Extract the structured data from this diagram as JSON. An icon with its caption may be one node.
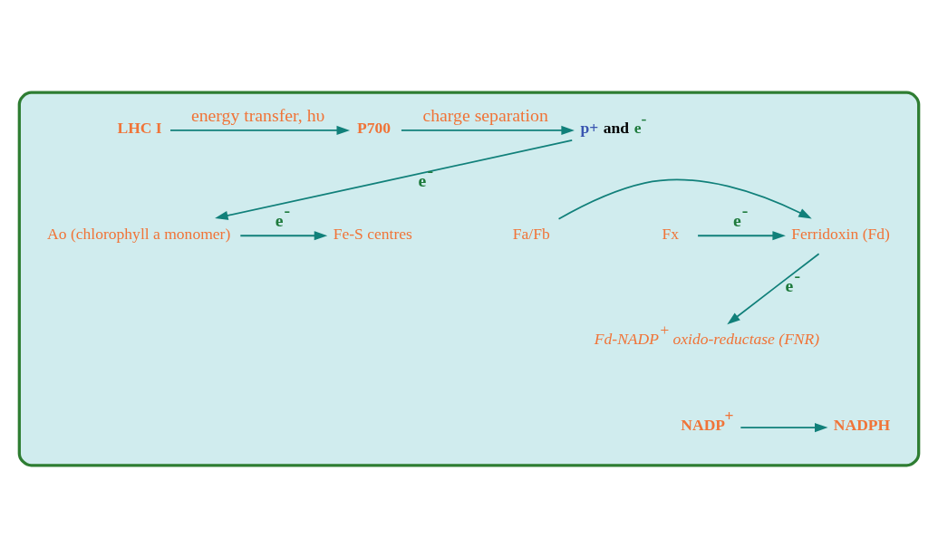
{
  "diagram": {
    "nodes": [
      {
        "text": [],
        "shape": "box"
      },
      {
        "text": [
          "LHC I"
        ],
        "in": 0
      },
      {
        "text": [
          "P700"
        ],
        "in": 0
      },
      {
        "text": [
          "p+",
          "and",
          "e$^{-}$"
        ],
        "in": 0
      },
      {
        "text": [
          "Ao (chlorophyll a monomer)"
        ],
        "in": 0
      },
      {
        "text": [
          "Fe-S centres"
        ],
        "in": 0
      },
      {
        "text": [
          "Fx"
        ],
        "in": 0
      },
      {
        "text": [
          "Fa/Fb"
        ],
        "in": 0
      },
      {
        "text": [
          "Ferridoxin (Fd)"
        ],
        "in": 0
      },
      {
        "text": [
          "Fd-NADP$^{+}$ oxido-reductase (FNR)"
        ],
        "in": 0
      },
      {
        "text": [
          "NADP$^{+}$"
        ],
        "in": 0
      },
      {
        "text": [
          "NADPH"
        ],
        "in": 0
      }
    ],
    "edges": [
      {
        "from": 1,
        "to": 2,
        "arrow": "to",
        "label": "energy transfer, hυ"
      },
      {
        "from": 2,
        "to": 3,
        "arrow": "to",
        "label": "charge separation"
      },
      {
        "from": 3,
        "to": 4,
        "arrow": "to",
        "label": "e$^{-}$"
      },
      {
        "from": 4,
        "to": 5,
        "arrow": "to",
        "label": "e$^{-}$"
      },
      {
        "from": 6,
        "to": 8,
        "arrow": "to",
        "label": "e$^{-}$"
      },
      {
        "from": 7,
        "to": 8,
        "arrow": "to"
      },
      {
        "from": 8,
        "to": 9,
        "arrow": "to",
        "label": "e$^{-}$"
      },
      {
        "from": 10,
        "to": 11,
        "arrow": "to"
      }
    ]
  }
}
